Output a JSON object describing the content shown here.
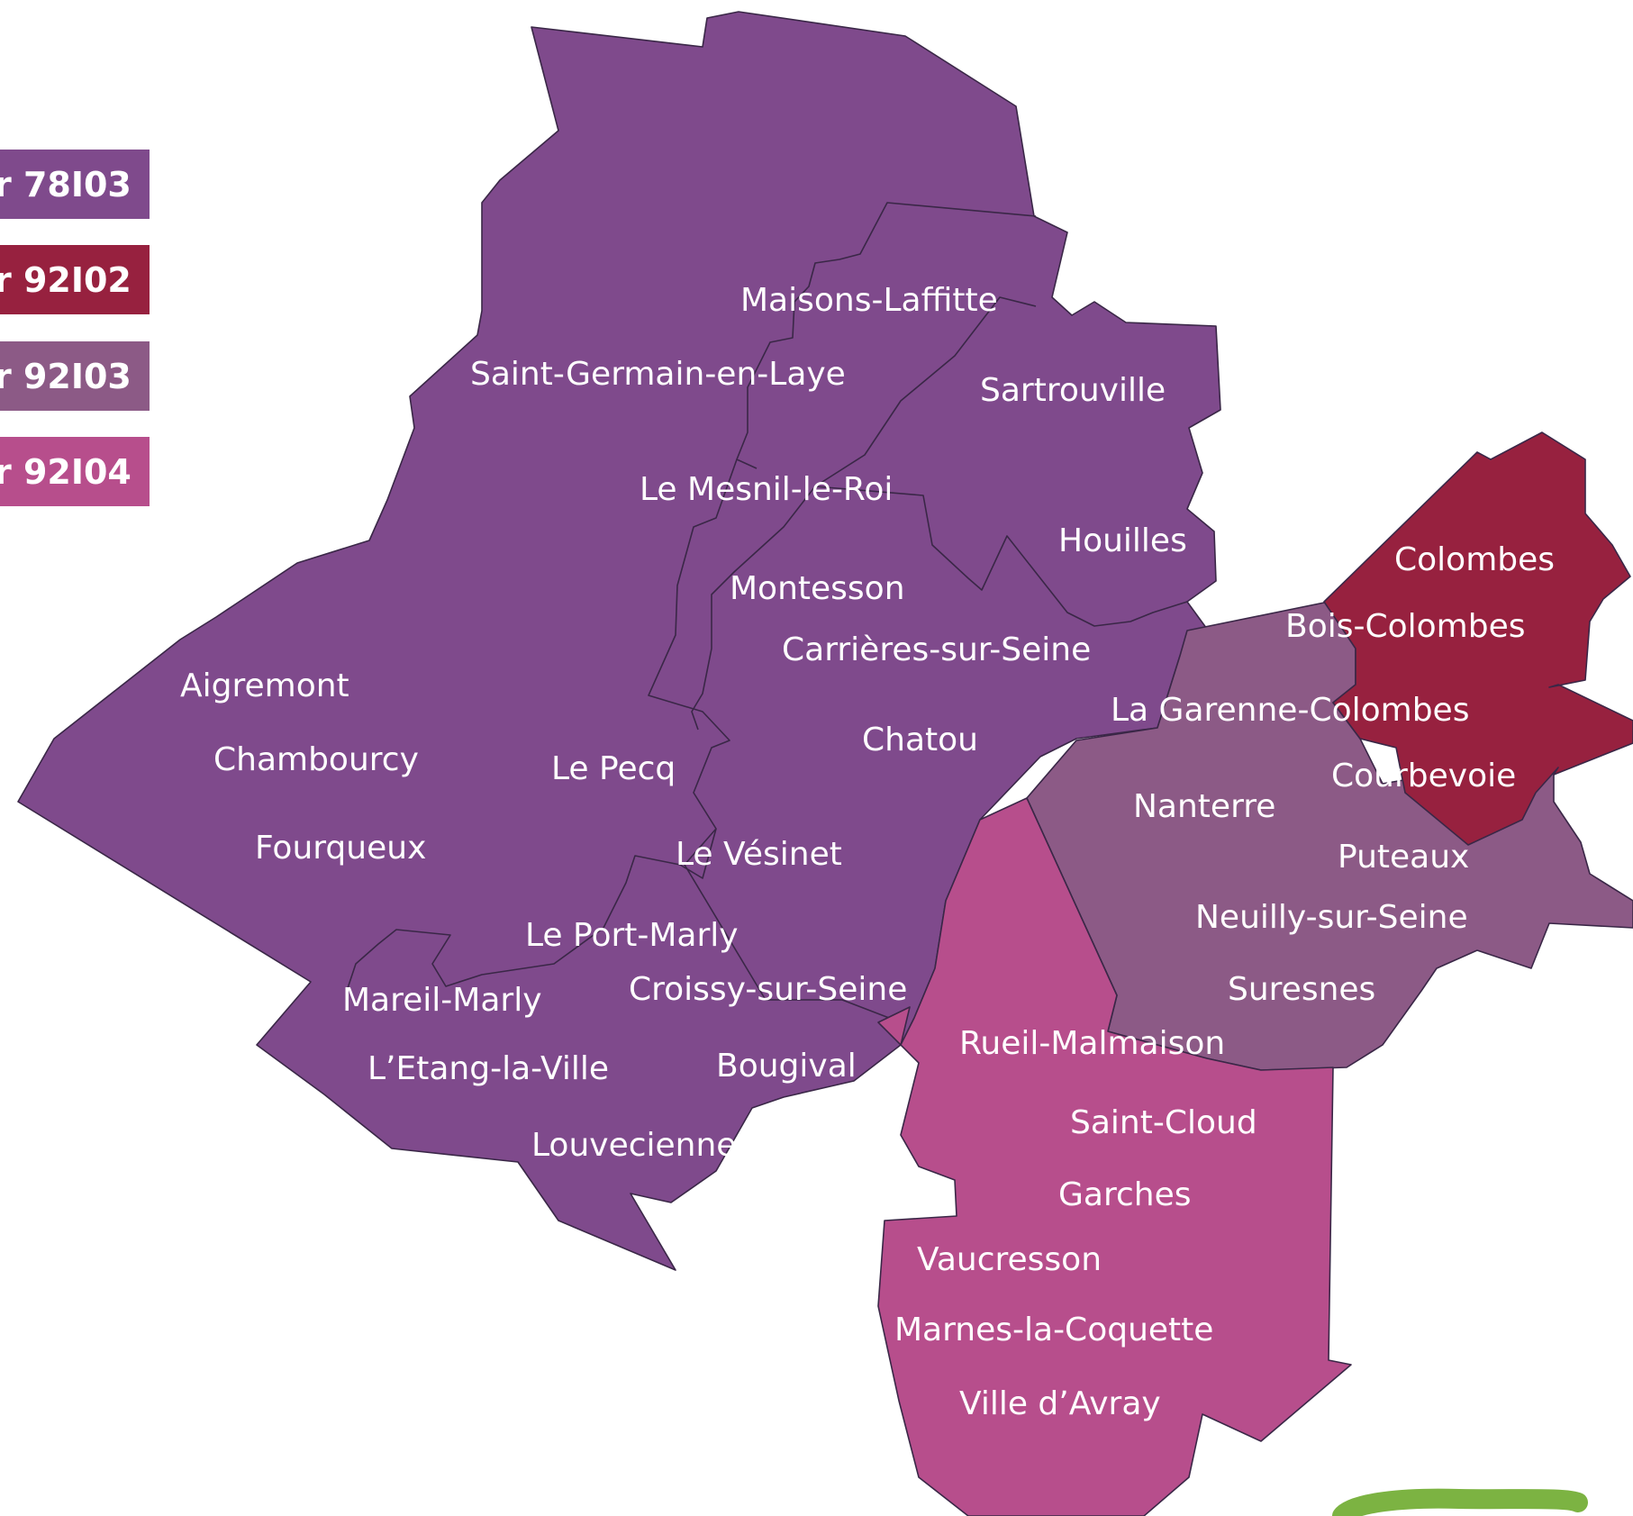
{
  "colors": {
    "sector_78103": "#7f4a8c",
    "sector_92102": "#97213f",
    "sector_92103": "#8c5a86",
    "sector_92104": "#b74e8c",
    "border": "#3a2747",
    "label": "#ffffff",
    "logo_green": "#7cb342"
  },
  "legend": [
    {
      "id": "78103",
      "label": "r 78I03",
      "color": "#7f4a8c"
    },
    {
      "id": "92102",
      "label": "r 92I02",
      "color": "#97213f"
    },
    {
      "id": "92103",
      "label": "r 92I03",
      "color": "#8c5a86"
    },
    {
      "id": "92104",
      "label": "r 92I04",
      "color": "#b74e8c"
    }
  ],
  "communes": [
    {
      "name": "Maisons-Laffitte",
      "sector": "78103"
    },
    {
      "name": "Saint-Germain-en-Laye",
      "sector": "78103"
    },
    {
      "name": "Sartrouville",
      "sector": "78103"
    },
    {
      "name": "Le Mesnil-le-Roi",
      "sector": "78103"
    },
    {
      "name": "Houilles",
      "sector": "78103"
    },
    {
      "name": "Montesson",
      "sector": "78103"
    },
    {
      "name": "Carrières-sur-Seine",
      "sector": "78103"
    },
    {
      "name": "Aigremont",
      "sector": "78103"
    },
    {
      "name": "Chatou",
      "sector": "78103"
    },
    {
      "name": "Chambourcy",
      "sector": "78103"
    },
    {
      "name": "Le Pecq",
      "sector": "78103"
    },
    {
      "name": "Fourqueux",
      "sector": "78103"
    },
    {
      "name": "Le Vésinet",
      "sector": "78103"
    },
    {
      "name": "Le Port-Marly",
      "sector": "78103"
    },
    {
      "name": "Mareil-Marly",
      "sector": "78103"
    },
    {
      "name": "Croissy-sur-Seine",
      "sector": "78103"
    },
    {
      "name": "L’Etang-la-Ville",
      "sector": "78103"
    },
    {
      "name": "Bougival",
      "sector": "78103"
    },
    {
      "name": "Louveciennes",
      "sector": "78103"
    },
    {
      "name": "Colombes",
      "sector": "92102"
    },
    {
      "name": "Bois-Colombes",
      "sector": "92102"
    },
    {
      "name": "La Garenne-Colombes",
      "sector": "92103"
    },
    {
      "name": "Courbevoie",
      "sector": "92102"
    },
    {
      "name": "Nanterre",
      "sector": "92103"
    },
    {
      "name": "Puteaux",
      "sector": "92103"
    },
    {
      "name": "Neuilly-sur-Seine",
      "sector": "92103"
    },
    {
      "name": "Suresnes",
      "sector": "92103"
    },
    {
      "name": "Rueil-Malmaison",
      "sector": "92104"
    },
    {
      "name": "Saint-Cloud",
      "sector": "92104"
    },
    {
      "name": "Garches",
      "sector": "92104"
    },
    {
      "name": "Vaucresson",
      "sector": "92104"
    },
    {
      "name": "Marnes-la-Coquette",
      "sector": "92104"
    },
    {
      "name": "Ville d’Avray",
      "sector": "92104"
    }
  ]
}
